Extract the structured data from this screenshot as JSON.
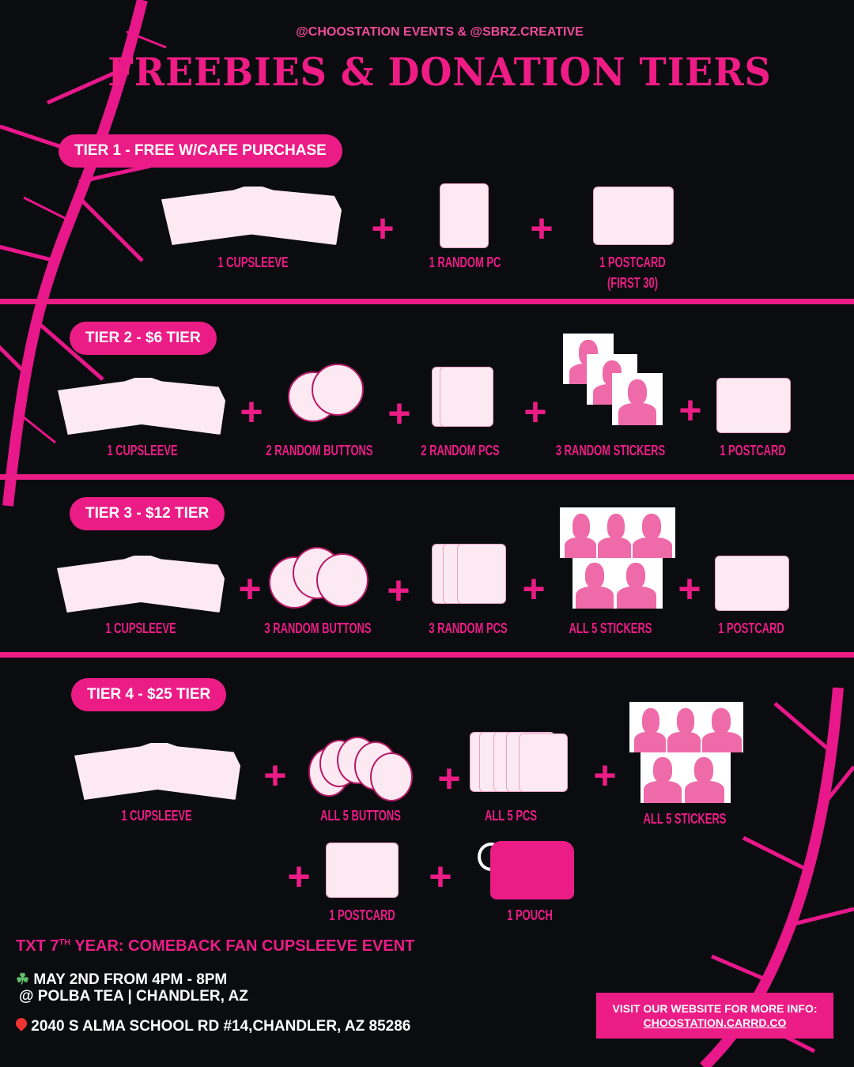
{
  "header": {
    "credit": "@CHOOSTATION EVENTS & @SBRZ.CREATIVE",
    "title": "FREEBIES & DONATION TIERS"
  },
  "colors": {
    "accent": "#ec1c86",
    "background": "#0b0c10",
    "item_fill": "#fde9f2",
    "sticker_pink": "#ef6aa8"
  },
  "tiers": [
    {
      "label": "TIER 1 - FREE W/CAFE PURCHASE",
      "items": [
        {
          "label": "1 CUPSLEEVE",
          "icon": "cupsleeve-icon"
        },
        {
          "label": "1 RANDOM PC",
          "icon": "photocard-icon"
        },
        {
          "label": "1 POSTCARD",
          "label2": "(FIRST 30)",
          "icon": "postcard-icon"
        }
      ]
    },
    {
      "label": "TIER 2 - $6 TIER",
      "items": [
        {
          "label": "1 CUPSLEEVE",
          "icon": "cupsleeve-icon"
        },
        {
          "label": "2 RANDOM BUTTONS",
          "icon": "buttons-icon"
        },
        {
          "label": "2 RANDOM PCS",
          "icon": "photocards-icon"
        },
        {
          "label": "3 RANDOM STICKERS",
          "icon": "stickers-icon"
        },
        {
          "label": "1 POSTCARD",
          "icon": "postcard-icon"
        }
      ]
    },
    {
      "label": "TIER 3 - $12 TIER",
      "items": [
        {
          "label": "1 CUPSLEEVE",
          "icon": "cupsleeve-icon"
        },
        {
          "label": "3 RANDOM BUTTONS",
          "icon": "buttons-icon"
        },
        {
          "label": "3 RANDOM PCS",
          "icon": "photocards-icon"
        },
        {
          "label": "ALL 5 STICKERS",
          "icon": "stickers-icon"
        },
        {
          "label": "1 POSTCARD",
          "icon": "postcard-icon"
        }
      ]
    },
    {
      "label": "TIER 4 - $25 TIER",
      "items": [
        {
          "label": "1 CUPSLEEVE",
          "icon": "cupsleeve-icon"
        },
        {
          "label": "ALL 5 BUTTONS",
          "icon": "buttons-icon"
        },
        {
          "label": "ALL 5 PCS",
          "icon": "photocards-icon"
        },
        {
          "label": "ALL 5 STICKERS",
          "icon": "stickers-icon"
        },
        {
          "label": "1 POSTCARD",
          "icon": "postcard-icon"
        },
        {
          "label": "1 POUCH",
          "icon": "pouch-icon"
        }
      ]
    }
  ],
  "plus_sign": "+",
  "footer": {
    "event_title": "TXT 7",
    "event_title_sup": "TH",
    "event_title_rest": " YEAR: COMEBACK FAN CUPSLEEVE EVENT",
    "date_icon": "☘",
    "date": "MAY 2ND FROM 4PM - 8PM",
    "venue": "@ POLBA TEA | CHANDLER, AZ",
    "address_icon": "†",
    "address": "2040 S ALMA SCHOOL RD #14,CHANDLER, AZ 85286",
    "info_text": "VISIT OUR WEBSITE FOR MORE INFO:",
    "info_link": "CHOOSTATION.CARRD.CO"
  }
}
